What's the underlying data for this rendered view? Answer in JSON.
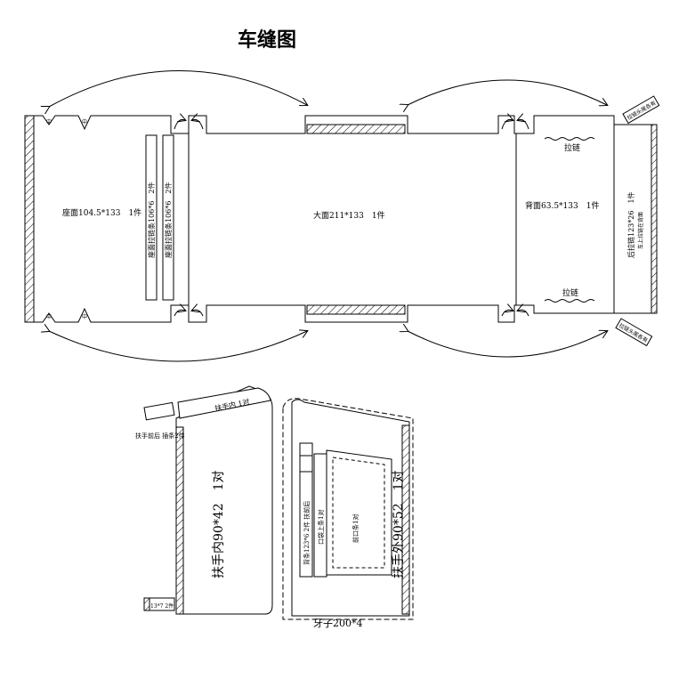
{
  "title": "车缝图",
  "pieces": {
    "seat": "座面104.5*133　1件",
    "side_strip_1": "座面拉链条106*6　2件",
    "side_strip_2": "座面拉链条106*6　2件",
    "big_face": "大面211*133　1件",
    "back": "背面63.5*133　1件",
    "rear_strip": "后拉链123*26　1件",
    "rear_strip_sub": "车上拉链在背面",
    "zipper_top": "拉链",
    "zipper_bottom": "拉链",
    "corner_tag_top": "拉链头尾各有",
    "corner_tag_bottom": "拉链头尾各有",
    "arm_inner": "扶手内90*42　1对",
    "arm_inner_strip": "扶手内 1对",
    "arm_front_tag": "扶手前后\n插条2件",
    "arm_small_tag": "13*7 2件",
    "arm_outer": "扶手外90*52　1对",
    "arm_outer_strip": "背条123*6 2件 扶前后",
    "front_panel_a": "口袋上条1对",
    "front_panel_b": "前口条1对",
    "piping": "牙子200*4",
    "notch_mark": "中"
  },
  "colors": {
    "line": "#000000",
    "background": "#ffffff"
  }
}
